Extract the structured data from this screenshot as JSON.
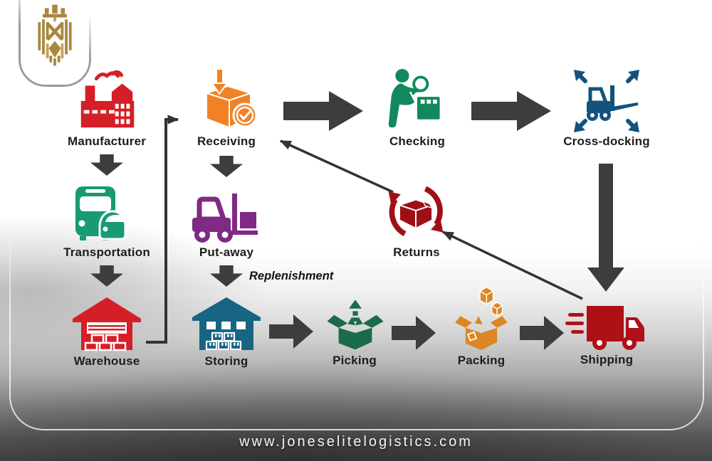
{
  "logo": {
    "name": "jones-elite-logistics-emblem",
    "color": "#a8873e"
  },
  "diagram": {
    "replenishment_label": "Replenishment",
    "nodes": [
      {
        "id": "manufacturer",
        "label": "Manufacturer",
        "icon": "factory-icon",
        "color": "#d51f26"
      },
      {
        "id": "receiving",
        "label": "Receiving",
        "icon": "box-received-icon",
        "color": "#f08225"
      },
      {
        "id": "checking",
        "label": "Checking",
        "icon": "inspector-magnifier-icon",
        "color": "#12895c"
      },
      {
        "id": "cross_docking",
        "label": "Cross-docking",
        "icon": "forklift-out-arrows-icon",
        "color": "#11537e"
      },
      {
        "id": "transportation",
        "label": "Transportation",
        "icon": "bus-car-icon",
        "color": "#189a74"
      },
      {
        "id": "put_away",
        "label": "Put-away",
        "icon": "forklift-box-icon",
        "color": "#7f2a84"
      },
      {
        "id": "returns",
        "label": "Returns",
        "icon": "box-rotate-arrows-icon",
        "color": "#9e1016"
      },
      {
        "id": "warehouse",
        "label": "Warehouse",
        "icon": "warehouse-icon",
        "color": "#d51f26"
      },
      {
        "id": "storing",
        "label": "Storing",
        "icon": "storage-shed-icon",
        "color": "#176483"
      },
      {
        "id": "picking",
        "label": "Picking",
        "icon": "open-box-up-arrow-icon",
        "color": "#1a6b4a"
      },
      {
        "id": "packing",
        "label": "Packing",
        "icon": "packing-box-cubes-icon",
        "color": "#dc8723"
      },
      {
        "id": "shipping",
        "label": "Shipping",
        "icon": "delivery-truck-icon",
        "color": "#ae1016"
      }
    ],
    "flows": [
      {
        "from": "manufacturer",
        "to": "transportation",
        "style": "block-arrow-down"
      },
      {
        "from": "transportation",
        "to": "warehouse",
        "style": "block-arrow-down"
      },
      {
        "from": "warehouse",
        "to": "receiving",
        "style": "elbow-line-arrow"
      },
      {
        "from": "receiving",
        "to": "put_away",
        "style": "block-arrow-down"
      },
      {
        "from": "put_away",
        "to": "storing",
        "style": "block-arrow-down",
        "annotation": "Replenishment"
      },
      {
        "from": "storing",
        "to": "picking",
        "style": "block-arrow-right"
      },
      {
        "from": "picking",
        "to": "packing",
        "style": "block-arrow-right"
      },
      {
        "from": "packing",
        "to": "shipping",
        "style": "block-arrow-right"
      },
      {
        "from": "receiving",
        "to": "checking",
        "style": "block-arrow-right"
      },
      {
        "from": "checking",
        "to": "cross_docking",
        "style": "block-arrow-right"
      },
      {
        "from": "cross_docking",
        "to": "shipping",
        "style": "block-arrow-down"
      },
      {
        "from": "shipping",
        "to": "returns",
        "style": "line-arrow"
      },
      {
        "from": "returns",
        "to": "receiving",
        "style": "line-arrow"
      }
    ]
  },
  "footer": {
    "website": "www.joneselitelogistics.com"
  }
}
